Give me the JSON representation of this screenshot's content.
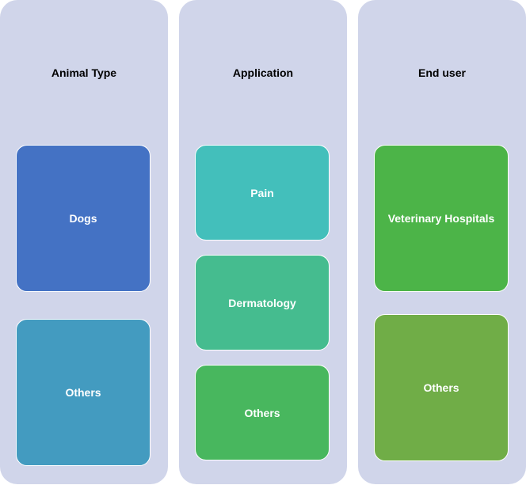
{
  "columns": [
    {
      "title": "Animal Type",
      "items": [
        {
          "label": "Dogs",
          "color": "#4472c4"
        },
        {
          "label": "Others",
          "color": "#439bc0"
        }
      ]
    },
    {
      "title": "Application",
      "items": [
        {
          "label": "Pain",
          "color": "#43bfbb"
        },
        {
          "label": "Dermatology",
          "color": "#45bc8f"
        },
        {
          "label": "Others",
          "color": "#48b75e"
        }
      ]
    },
    {
      "title": "End user",
      "items": [
        {
          "label": "Veterinary Hospitals",
          "color": "#4cb448"
        },
        {
          "label": "Others",
          "color": "#70ad47"
        }
      ]
    }
  ]
}
